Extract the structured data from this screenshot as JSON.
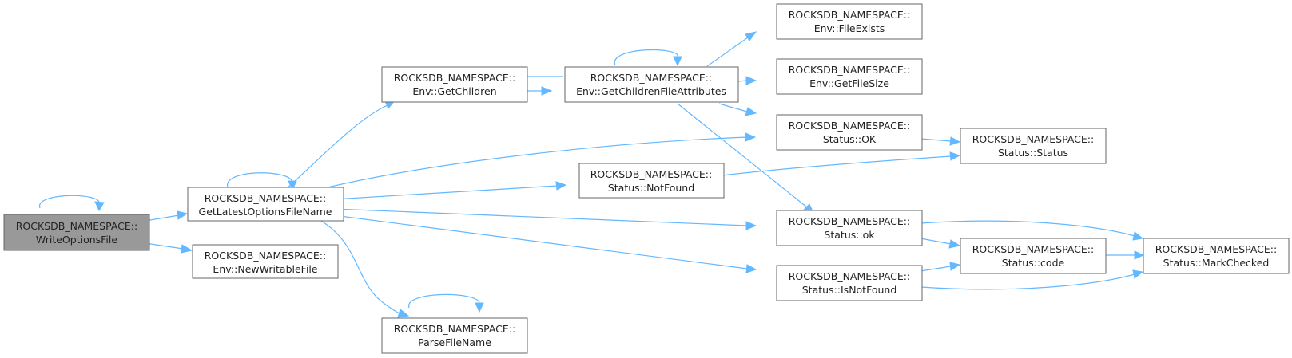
{
  "nodes": {
    "write_options_file": {
      "line1": "ROCKSDB_NAMESPACE::",
      "line2": "WriteOptionsFile"
    },
    "get_latest_options_file_name": {
      "line1": "ROCKSDB_NAMESPACE::",
      "line2": "GetLatestOptionsFileName"
    },
    "env_new_writable_file": {
      "line1": "ROCKSDB_NAMESPACE::",
      "line2": "Env::NewWritableFile"
    },
    "env_get_children": {
      "line1": "ROCKSDB_NAMESPACE::",
      "line2": "Env::GetChildren"
    },
    "parse_file_name": {
      "line1": "ROCKSDB_NAMESPACE::",
      "line2": "ParseFileName"
    },
    "env_get_children_file_attributes": {
      "line1": "ROCKSDB_NAMESPACE::",
      "line2": "Env::GetChildrenFileAttributes"
    },
    "status_not_found": {
      "line1": "ROCKSDB_NAMESPACE::",
      "line2": "Status::NotFound"
    },
    "env_file_exists": {
      "line1": "ROCKSDB_NAMESPACE::",
      "line2": "Env::FileExists"
    },
    "env_get_file_size": {
      "line1": "ROCKSDB_NAMESPACE::",
      "line2": "Env::GetFileSize"
    },
    "status_ok_upper": {
      "line1": "ROCKSDB_NAMESPACE::",
      "line2": "Status::OK"
    },
    "status_ok_lower": {
      "line1": "ROCKSDB_NAMESPACE::",
      "line2": "Status::ok"
    },
    "status_is_not_found": {
      "line1": "ROCKSDB_NAMESPACE::",
      "line2": "Status::IsNotFound"
    },
    "status_status": {
      "line1": "ROCKSDB_NAMESPACE::",
      "line2": "Status::Status"
    },
    "status_code": {
      "line1": "ROCKSDB_NAMESPACE::",
      "line2": "Status::code"
    },
    "status_mark_checked": {
      "line1": "ROCKSDB_NAMESPACE::",
      "line2": "Status::MarkChecked"
    }
  },
  "colors": {
    "edge": "#63b8ff",
    "root_fill": "#999999",
    "node_fill": "#ffffff",
    "node_border": "#666666",
    "text": "#222222"
  }
}
